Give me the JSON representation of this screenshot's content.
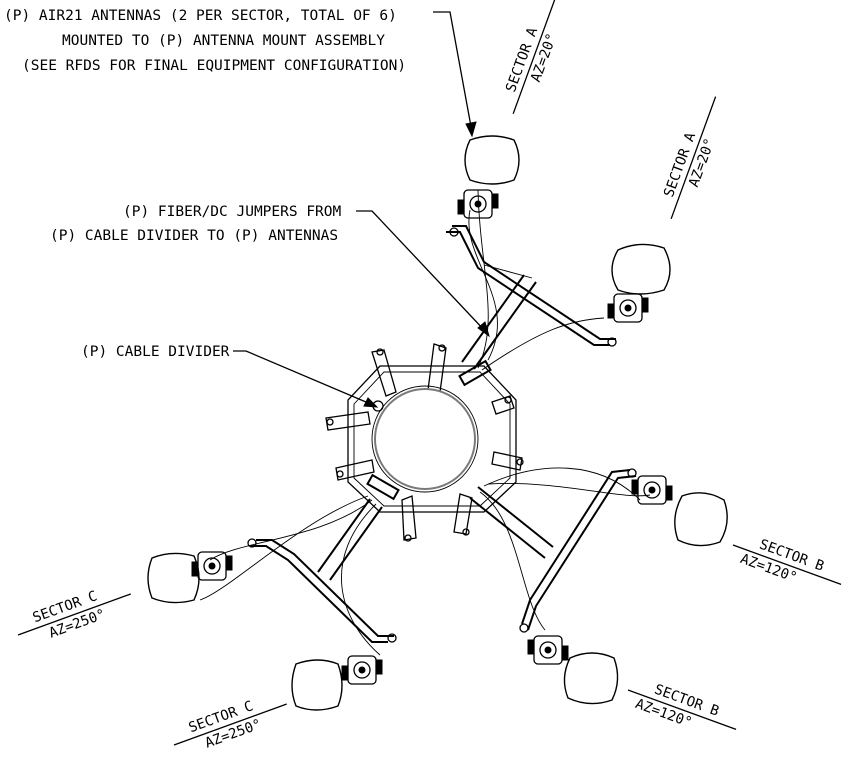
{
  "callouts": {
    "antennas": [
      "(P) AIR21 ANTENNAS (2 PER SECTOR, TOTAL OF 6)",
      "MOUNTED TO (P) ANTENNA MOUNT ASSEMBLY",
      "(SEE RFDS FOR FINAL EQUIPMENT CONFIGURATION)"
    ],
    "jumpers": [
      "(P) FIBER/DC JUMPERS FROM",
      "(P) CABLE DIVIDER TO (P) ANTENNAS"
    ],
    "divider": "(P) CABLE DIVIDER"
  },
  "sectors": [
    {
      "name": "SECTOR A",
      "az": "AZ=20°"
    },
    {
      "name": "SECTOR A",
      "az": "AZ=20°"
    },
    {
      "name": "SECTOR B",
      "az": "AZ=120°"
    },
    {
      "name": "SECTOR B",
      "az": "AZ=120°"
    },
    {
      "name": "SECTOR C",
      "az": "AZ=250°"
    },
    {
      "name": "SECTOR C",
      "az": "AZ=250°"
    }
  ],
  "colors": {
    "line": "#000000",
    "pole": "#7a7a7a",
    "background": "#ffffff"
  }
}
